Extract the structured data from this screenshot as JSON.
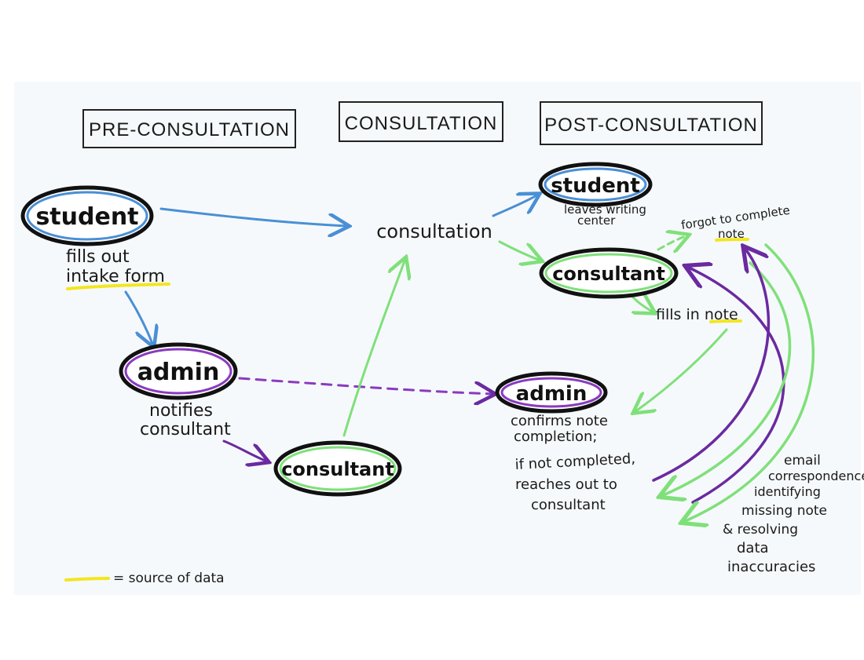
{
  "headers": {
    "pre": "PRE-CONSULTATION",
    "consult": "CONSULTATION",
    "post": "POST-CONSULTATION"
  },
  "nodes": {
    "student_pre": "student",
    "admin_pre": "admin",
    "consultant_pre": "consultant",
    "consultation": "consultation",
    "student_post": "student",
    "consultant_post": "consultant",
    "admin_post": "admin"
  },
  "notes": {
    "fills_out_1": "fills out",
    "fills_out_2": "intake form",
    "notifies_1": "notifies",
    "notifies_2": "consultant",
    "leaves_1": "leaves writing",
    "leaves_2": "center",
    "forgot_1": "forgot to complete",
    "forgot_2": "note",
    "fills_in": "fills in note",
    "confirms_1": "confirms note",
    "confirms_2": "completion;",
    "ifnot_1": "if not completed,",
    "ifnot_2": "reaches out to",
    "ifnot_3": "consultant",
    "email_1": "email",
    "email_2": "correspondence",
    "email_3": "identifying",
    "email_4": "missing note",
    "email_5": "& resolving",
    "email_6": "data",
    "email_7": "inaccuracies"
  },
  "legend": {
    "label": "= source of data"
  },
  "colors": {
    "blue": "#4a8fd6",
    "green": "#7fe07a",
    "purple": "#6a2aa0",
    "yellow": "#f2e620",
    "ink": "#111111"
  }
}
